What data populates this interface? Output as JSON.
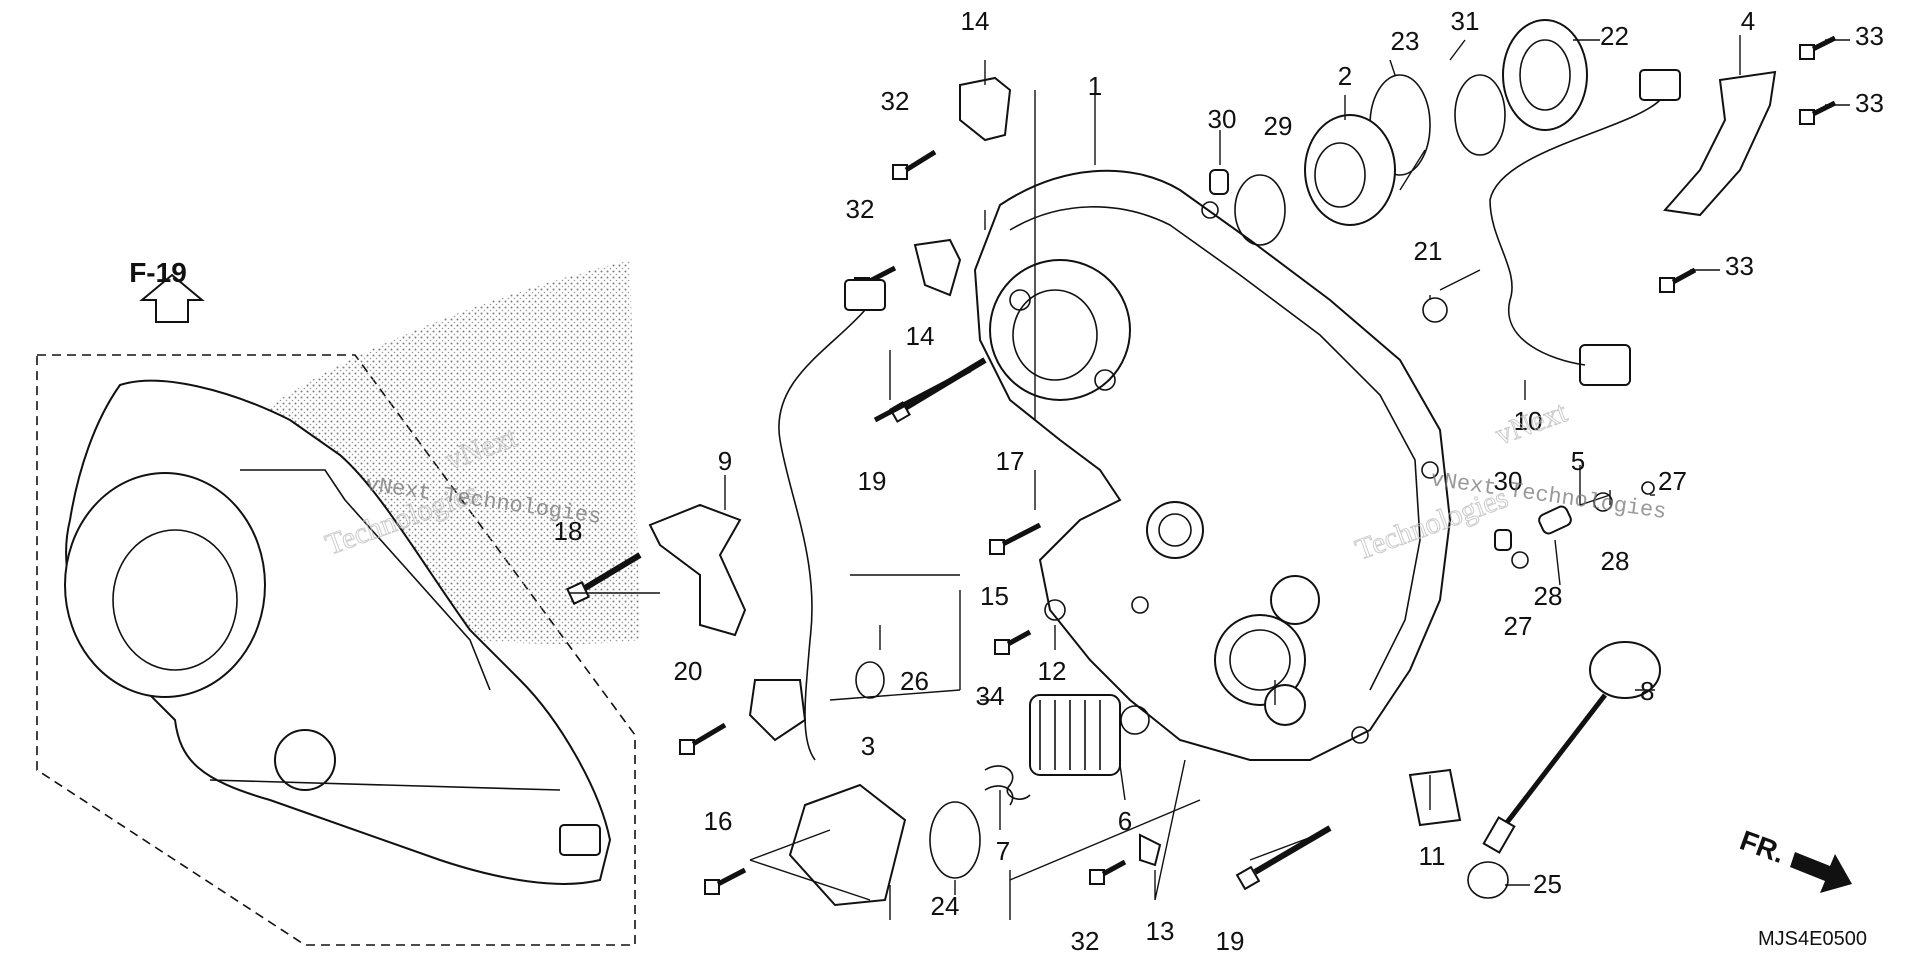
{
  "diagram": {
    "ref_label": "F-19",
    "direction_label": "FR.",
    "drawing_code": "MJS4E0500",
    "watermark_lines": [
      "vNext",
      "Technologies",
      "vNext Technologies"
    ],
    "callouts": [
      {
        "id": "c1",
        "text": "1"
      },
      {
        "id": "c2",
        "text": "2"
      },
      {
        "id": "c3",
        "text": "3"
      },
      {
        "id": "c4",
        "text": "4"
      },
      {
        "id": "c5",
        "text": "5"
      },
      {
        "id": "c6",
        "text": "6"
      },
      {
        "id": "c7",
        "text": "7"
      },
      {
        "id": "c8",
        "text": "8"
      },
      {
        "id": "c9",
        "text": "9"
      },
      {
        "id": "c10",
        "text": "10"
      },
      {
        "id": "c11",
        "text": "11"
      },
      {
        "id": "c12",
        "text": "12"
      },
      {
        "id": "c13",
        "text": "13"
      },
      {
        "id": "c14a",
        "text": "14"
      },
      {
        "id": "c14b",
        "text": "14"
      },
      {
        "id": "c15",
        "text": "15"
      },
      {
        "id": "c16",
        "text": "16"
      },
      {
        "id": "c17",
        "text": "17"
      },
      {
        "id": "c18",
        "text": "18"
      },
      {
        "id": "c19a",
        "text": "19"
      },
      {
        "id": "c19b",
        "text": "19"
      },
      {
        "id": "c20",
        "text": "20"
      },
      {
        "id": "c21",
        "text": "21"
      },
      {
        "id": "c22",
        "text": "22"
      },
      {
        "id": "c23",
        "text": "23"
      },
      {
        "id": "c24",
        "text": "24"
      },
      {
        "id": "c25",
        "text": "25"
      },
      {
        "id": "c26",
        "text": "26"
      },
      {
        "id": "c27a",
        "text": "27"
      },
      {
        "id": "c27b",
        "text": "27"
      },
      {
        "id": "c28a",
        "text": "28"
      },
      {
        "id": "c28b",
        "text": "28"
      },
      {
        "id": "c29",
        "text": "29"
      },
      {
        "id": "c30a",
        "text": "30"
      },
      {
        "id": "c30b",
        "text": "30"
      },
      {
        "id": "c31",
        "text": "31"
      },
      {
        "id": "c32a",
        "text": "32"
      },
      {
        "id": "c32b",
        "text": "32"
      },
      {
        "id": "c32c",
        "text": "32"
      },
      {
        "id": "c33a",
        "text": "33"
      },
      {
        "id": "c33b",
        "text": "33"
      },
      {
        "id": "c33c",
        "text": "33"
      },
      {
        "id": "c34",
        "text": "34"
      }
    ]
  }
}
